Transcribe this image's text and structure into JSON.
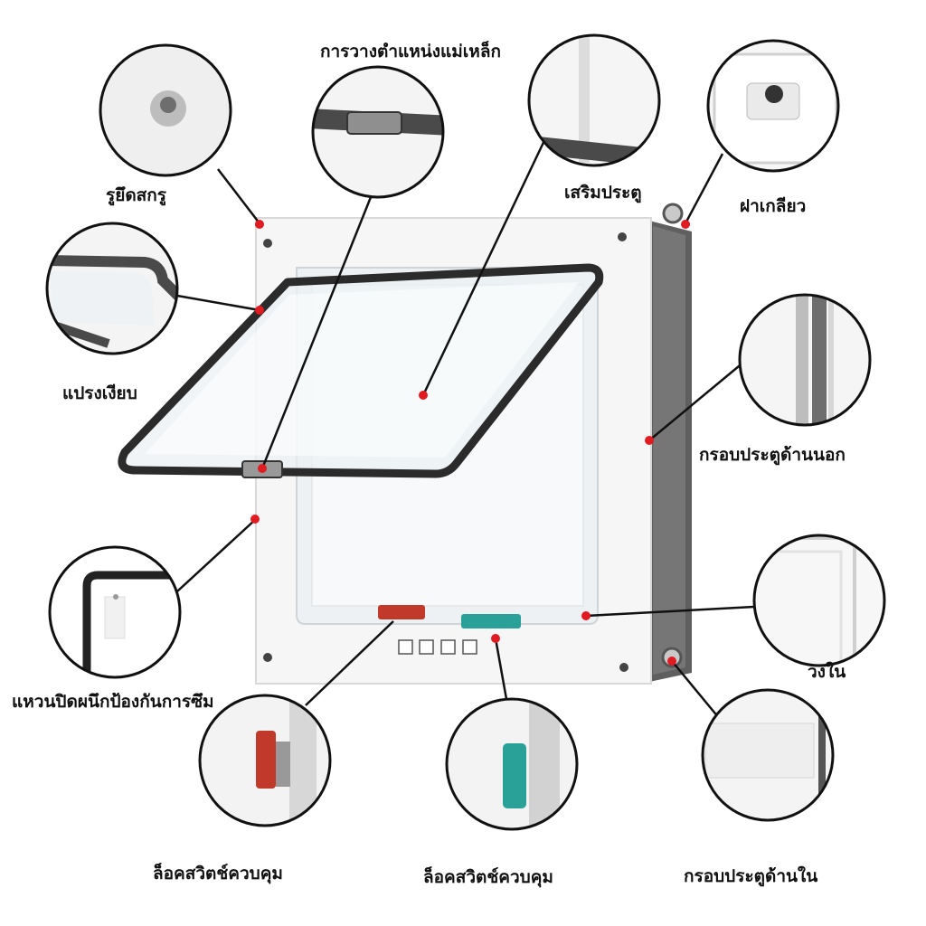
{
  "colors": {
    "dot": "#e11b22",
    "frame": "#f4f4f4",
    "frame_side": "#6b6b6b",
    "brush": "#3a3a3a",
    "lock_red": "#c0392b",
    "lock_teal": "#2aa198"
  },
  "labels": {
    "screw_hole": "รูยึดสกรู",
    "magnet_position": "การวางตำแหน่งแม่เหล็ก",
    "door_reinforcement": "เสริมประตู",
    "screw_cap": "ฝาเกลียว",
    "brush_strip": "แปรงเงียบ",
    "outer_frame": "กรอบประตูด้านนอก",
    "seal_ring": "แหวนปิดผนึกป้องกันการซึม",
    "inner_ring": "วงใน",
    "lock_switch_left": "ล็อคสวิตช์ควบคุม",
    "lock_switch_center": "ล็อคสวิตช์ควบคุม",
    "inner_frame": "กรอบประตูด้านใน"
  },
  "icons": [
    "lock-mode-icon",
    "lock-mode-icon",
    "lock-mode-icon",
    "lock-mode-icon"
  ]
}
